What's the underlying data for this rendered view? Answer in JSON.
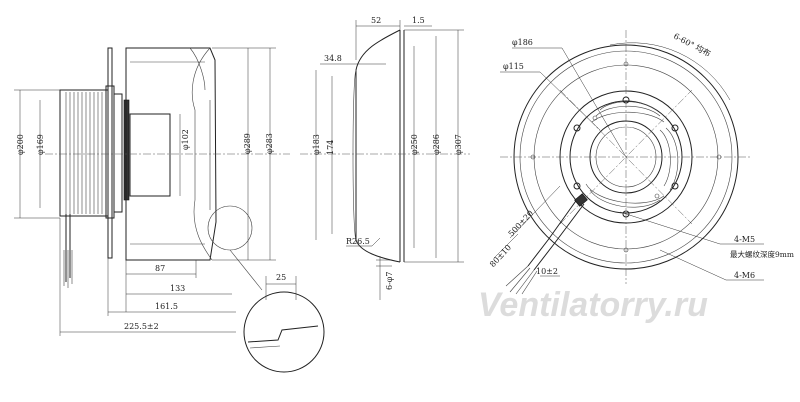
{
  "side_view": {
    "dims": {
      "d200": "φ200",
      "d169": "φ169",
      "d102": "φ102",
      "d289": "φ289",
      "d283": "φ283",
      "w87": "87",
      "w133": "133",
      "w1615": "161.5",
      "w2255": "225.5±2",
      "w25": "25"
    }
  },
  "inlet_view": {
    "dims": {
      "w52": "52",
      "w15": "1.5",
      "w348": "34.8",
      "d183": "φ183",
      "d174": "174",
      "d250": "φ250",
      "d286": "φ286",
      "d307": "φ307",
      "r265": "R26.5",
      "holes": "6-φ7"
    }
  },
  "front_view": {
    "dims": {
      "d186": "φ186",
      "d115": "φ115",
      "angle": "6-60° 均布",
      "cable": "500±20",
      "strip": "80±10",
      "strip2": "10±2",
      "m5": "4-M5",
      "m5_note": "最大螺纹深度9mm",
      "m6": "4-M6"
    }
  },
  "watermark": "Ventilatorry.ru"
}
